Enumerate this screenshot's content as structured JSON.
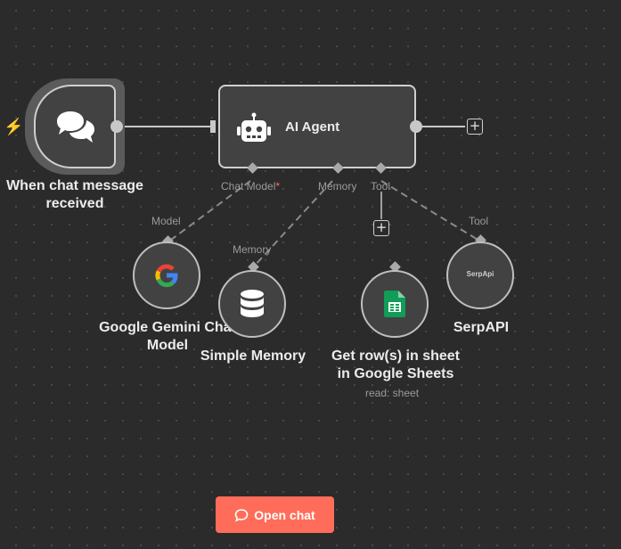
{
  "workflow": {
    "trigger": {
      "label_line1": "When chat message",
      "label_line2": "received",
      "icon": "chat-bubbles-icon"
    },
    "agent": {
      "title": "AI Agent",
      "icon": "robot-icon",
      "ports": {
        "chat_model": "Chat Model",
        "required_mark": "*",
        "memory": "Memory",
        "tool": "Tool"
      }
    },
    "sub_nodes": {
      "gemini": {
        "label_line1": "Google Gemini Chat",
        "label_line2": "Model",
        "port_label": "Model",
        "icon": "google-icon"
      },
      "memory": {
        "label": "Simple Memory",
        "port_label": "Memory",
        "icon": "database-icon"
      },
      "sheets": {
        "label_line1": "Get row(s) in sheet",
        "label_line2": "in Google Sheets",
        "subtitle": "read: sheet",
        "icon": "google-sheets-icon"
      },
      "serpapi": {
        "label": "SerpAPI",
        "logo_text": "SerpApi",
        "port_label": "Tool"
      }
    }
  },
  "open_chat_button": {
    "label": "Open chat",
    "icon": "chat-bubble-icon"
  },
  "colors": {
    "accent": "#ff6d5a",
    "canvas": "#2b2b2b",
    "node_fill": "#424242",
    "node_border": "#cfcfcf"
  }
}
